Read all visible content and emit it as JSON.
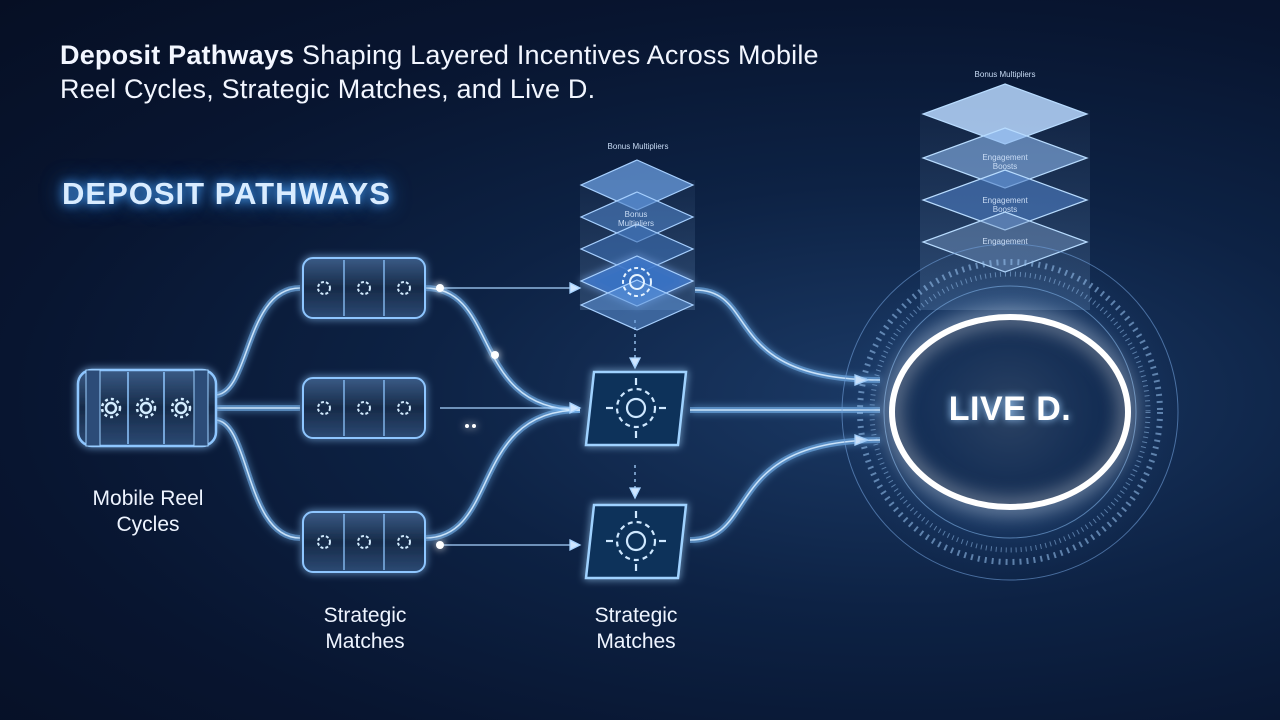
{
  "title": {
    "bold": "Deposit Pathways",
    "rest": " Shaping Layered Incentives Across Mobile Reel Cycles, Strategic Matches, and Live D."
  },
  "section_heading": "DEPOSIT PATHWAYS",
  "labels": {
    "mobile_line1": "Mobile Reel",
    "mobile_line2": "Cycles",
    "strategic1_line1": "Strategic",
    "strategic1_line2": "Matches",
    "strategic2_line1": "Strategic",
    "strategic2_line2": "Matches",
    "live": "LIVE D."
  },
  "stack_small": {
    "header": "Bonus Multipliers",
    "layer_line1": "Bonus",
    "layer_line2": "Multipliers"
  },
  "stack_large": {
    "header": "Bonus Multipliers",
    "layer1_line1": "Engagement",
    "layer1_line2": "Boosts",
    "layer2_line1": "Engagement",
    "layer2_line2": "Boosts",
    "layer3": "Engagement"
  },
  "colors": {
    "glow": "#6fb8ff",
    "line": "#8ccaff",
    "panel": "#0f2d55",
    "layer": "#5a8fd0"
  },
  "icons": {
    "reel": "gear-icon",
    "node": "circuit-gear-icon"
  }
}
